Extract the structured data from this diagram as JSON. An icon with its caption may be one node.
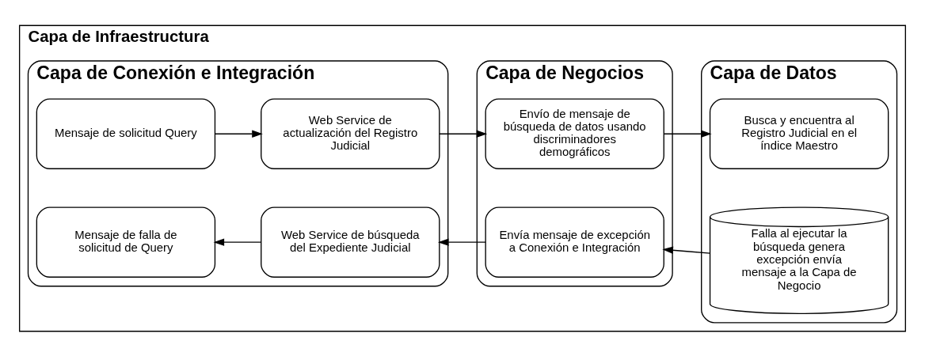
{
  "diagram": {
    "nodes": [
      {
        "text": [
          "Capa de Infraestructura"
        ]
      },
      {
        "text": [
          "Capa de Conexión e Integración"
        ],
        "in": 0
      },
      {
        "text": [
          "Mensaje de solicitud Query"
        ],
        "in": 1
      },
      {
        "text": [
          "Web Service de actualización del Registro Judicial"
        ],
        "in": 1
      },
      {
        "text": [
          "Mensaje de falla de solicitud de Query"
        ],
        "in": 1
      },
      {
        "text": [
          "Web Service de búsqueda del Expediente Judicial"
        ],
        "in": 1
      },
      {
        "text": [
          "Capa de Negocios"
        ],
        "in": 0
      },
      {
        "text": [
          "Envío de mensaje de búsqueda de datos usando discriminadores demográficos"
        ],
        "in": 6
      },
      {
        "text": [
          "Envía mensaje de excepción a Conexión e Integración"
        ],
        "in": 6
      },
      {
        "text": [
          "Capa de Datos"
        ],
        "in": 0
      },
      {
        "text": [
          "Busca y encuentra al Registro Judicial en el índice Maestro"
        ],
        "in": 9
      },
      {
        "text": [
          "Falla al ejecutar la búsqueda genera excepción envía mensaje a la Capa de Negocio"
        ],
        "in": 9
      }
    ],
    "edges": [
      {
        "from": 2,
        "to": 3,
        "arrow": "to"
      },
      {
        "from": 3,
        "to": 7,
        "arrow": "to"
      },
      {
        "from": 7,
        "to": 10,
        "arrow": "to"
      },
      {
        "from": 11,
        "to": 8,
        "arrow": "to"
      },
      {
        "from": 8,
        "to": 5,
        "arrow": "to"
      },
      {
        "from": 5,
        "to": 4,
        "arrow": "to"
      }
    ]
  }
}
